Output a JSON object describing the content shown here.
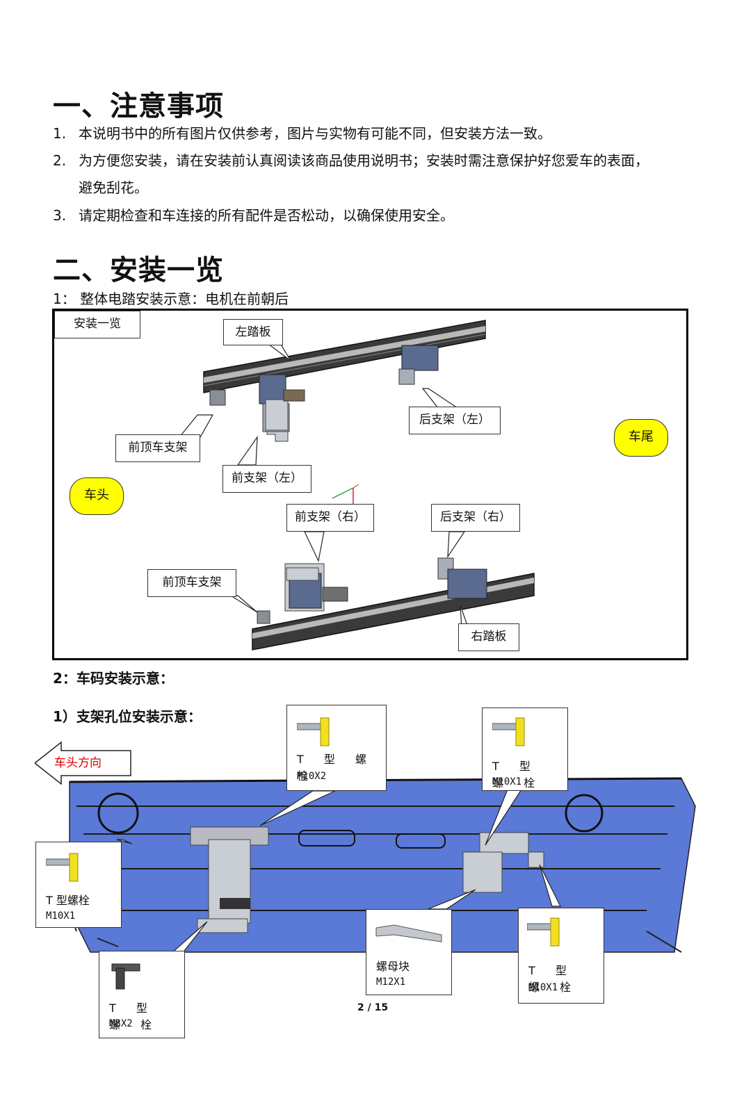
{
  "section1": {
    "title": "一、注意事项",
    "items": [
      {
        "num": "1.",
        "text": "本说明书中的所有图片仅供参考，图片与实物有可能不同，但安装方法一致。"
      },
      {
        "num": "2.",
        "text": "为方便您安装，请在安装前认真阅读该商品使用说明书；安装时需注意保护好您爱车的表面，",
        "text2": "避免刮花。"
      },
      {
        "num": "3.",
        "text": "请定期检查和车连接的所有配件是否松动，以确保使用安全。"
      }
    ]
  },
  "section2": {
    "title": "二、安装一览",
    "sub1": "1： 整体电踏安装示意：电机在前朝后",
    "diagram1": {
      "corner_label": "安装一览",
      "labels": {
        "left_board": "左踏板",
        "rear_bracket_left": "后支架（左）",
        "front_top_bracket_1": "前顶车支架",
        "front_bracket_left": "前支架（左）",
        "front_bracket_right": "前支架（右）",
        "rear_bracket_right": "后支架（右）",
        "front_top_bracket_2": "前顶车支架",
        "right_board": "右踏板"
      },
      "car_head": "车头",
      "car_tail": "车尾"
    },
    "sub2": "2：车码安装示意：",
    "sub2_1": "1）支架孔位安装示意：",
    "diagram2": {
      "direction": "车头方向",
      "callouts": [
        {
          "name": "T 型 螺 栓",
          "spec": "M10X2"
        },
        {
          "name": "T 型 螺 栓",
          "spec": "M10X1"
        },
        {
          "name": "T 型螺栓",
          "spec": "M10X1"
        },
        {
          "name": "T 型 螺 栓",
          "spec": "M8X2"
        },
        {
          "name": "螺母块",
          "spec": "M12X1"
        },
        {
          "name": "T 型 螺 栓",
          "spec": "M10X1"
        }
      ]
    }
  },
  "footer": {
    "page": "2 / 15"
  },
  "colors": {
    "highlight_yellow": "#ffff00",
    "direction_red": "#e00000",
    "chassis_blue": "#5b79d6"
  }
}
